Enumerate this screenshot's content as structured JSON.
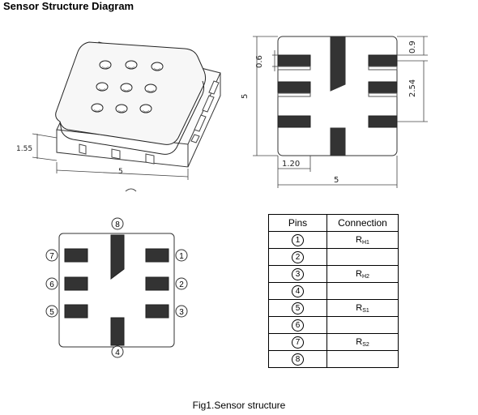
{
  "title": "Sensor Structure Diagram",
  "caption": "Fig1.Sensor structure",
  "iso_view": {
    "dim_height": "1.55",
    "dim_width": "5"
  },
  "top_view": {
    "dim_pad_width": "0.6",
    "dim_gap": "0.9",
    "dim_pitch": "2.54",
    "dim_height": "5",
    "dim_pad_length": "1.20",
    "dim_width": "5"
  },
  "pinout": {
    "pin_labels": [
      "1",
      "2",
      "3",
      "4",
      "5",
      "6",
      "7",
      "8"
    ]
  },
  "pin_table": {
    "headers": [
      "Pins",
      "Connection"
    ],
    "rows": [
      {
        "pin": "1",
        "main": "R",
        "sub": "H1"
      },
      {
        "pin": "2",
        "main": "",
        "sub": ""
      },
      {
        "pin": "3",
        "main": "R",
        "sub": "H2"
      },
      {
        "pin": "4",
        "main": "",
        "sub": ""
      },
      {
        "pin": "5",
        "main": "R",
        "sub": "S1"
      },
      {
        "pin": "6",
        "main": "",
        "sub": ""
      },
      {
        "pin": "7",
        "main": "R",
        "sub": "S2"
      },
      {
        "pin": "8",
        "main": "",
        "sub": ""
      }
    ]
  }
}
